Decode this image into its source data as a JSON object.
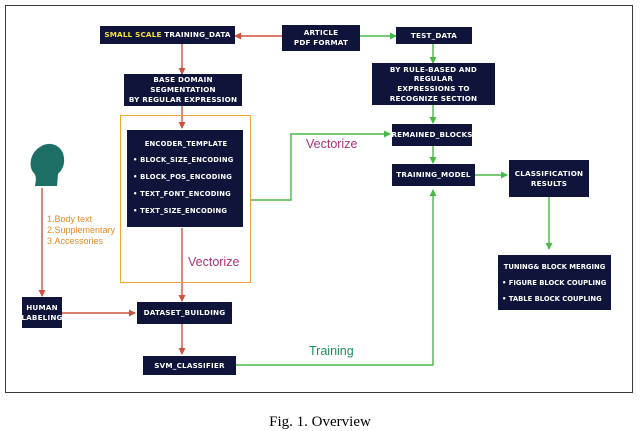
{
  "boxes": {
    "training_data_highlight": "SMALL SCALE",
    "training_data": "TRAINING_DATA",
    "article_line1": "ARTICLE",
    "article_line2": "PDF FORMAT",
    "test_data": "TEST_DATA",
    "base_seg_line1": "BASE DOMAIN SEGMENTATION",
    "base_seg_line2": "BY REGULAR EXPRESSION",
    "rule_line1": "BY RULE-BASED AND REGULAR",
    "rule_line2": "EXPRESSIONS TO",
    "rule_line3": "RECOGNIZE SECTION",
    "remained_blocks": "REMAINED_BLOCKS",
    "training_model": "TRAINING_MODEL",
    "classification_line1": "CLASSIFICATION",
    "classification_line2": "RESULTS",
    "human_line1": "HUMAN",
    "human_line2": "LABELING",
    "dataset_building": "DATASET_BUILDING",
    "svm_classifier": "SVM_CLASSIFIER"
  },
  "encoder": {
    "title": "ENCODER_TEMPLATE",
    "items": [
      "• BLOCK_SIZE_ENCODING",
      "• BLOCK_POS_ENCODING",
      "• TEXT_FONT_ENCODING",
      "• TEXT_SIZE_ENCODING"
    ]
  },
  "tuning": {
    "title": "TUNING& BLOCK MERGING",
    "items": [
      "• FIGURE BLOCK COUPLING",
      "• TABLE BLOCK COUPLING"
    ]
  },
  "labels": {
    "vectorize_top": "Vectorize",
    "vectorize_mid": "Vectorize",
    "training": "Training"
  },
  "human_categories": [
    "1.Body text",
    "2.Supplementary",
    "3.Accessories"
  ],
  "caption": "Fig. 1.   Overview",
  "colors": {
    "box_bg": "#10143a",
    "red_arrow": "#d0503e",
    "green_arrow": "#48b848",
    "orange": "#e58a2a",
    "magenta": "#b0307a",
    "head": "#1d6f66"
  },
  "icons": [
    "person-head-icon"
  ]
}
